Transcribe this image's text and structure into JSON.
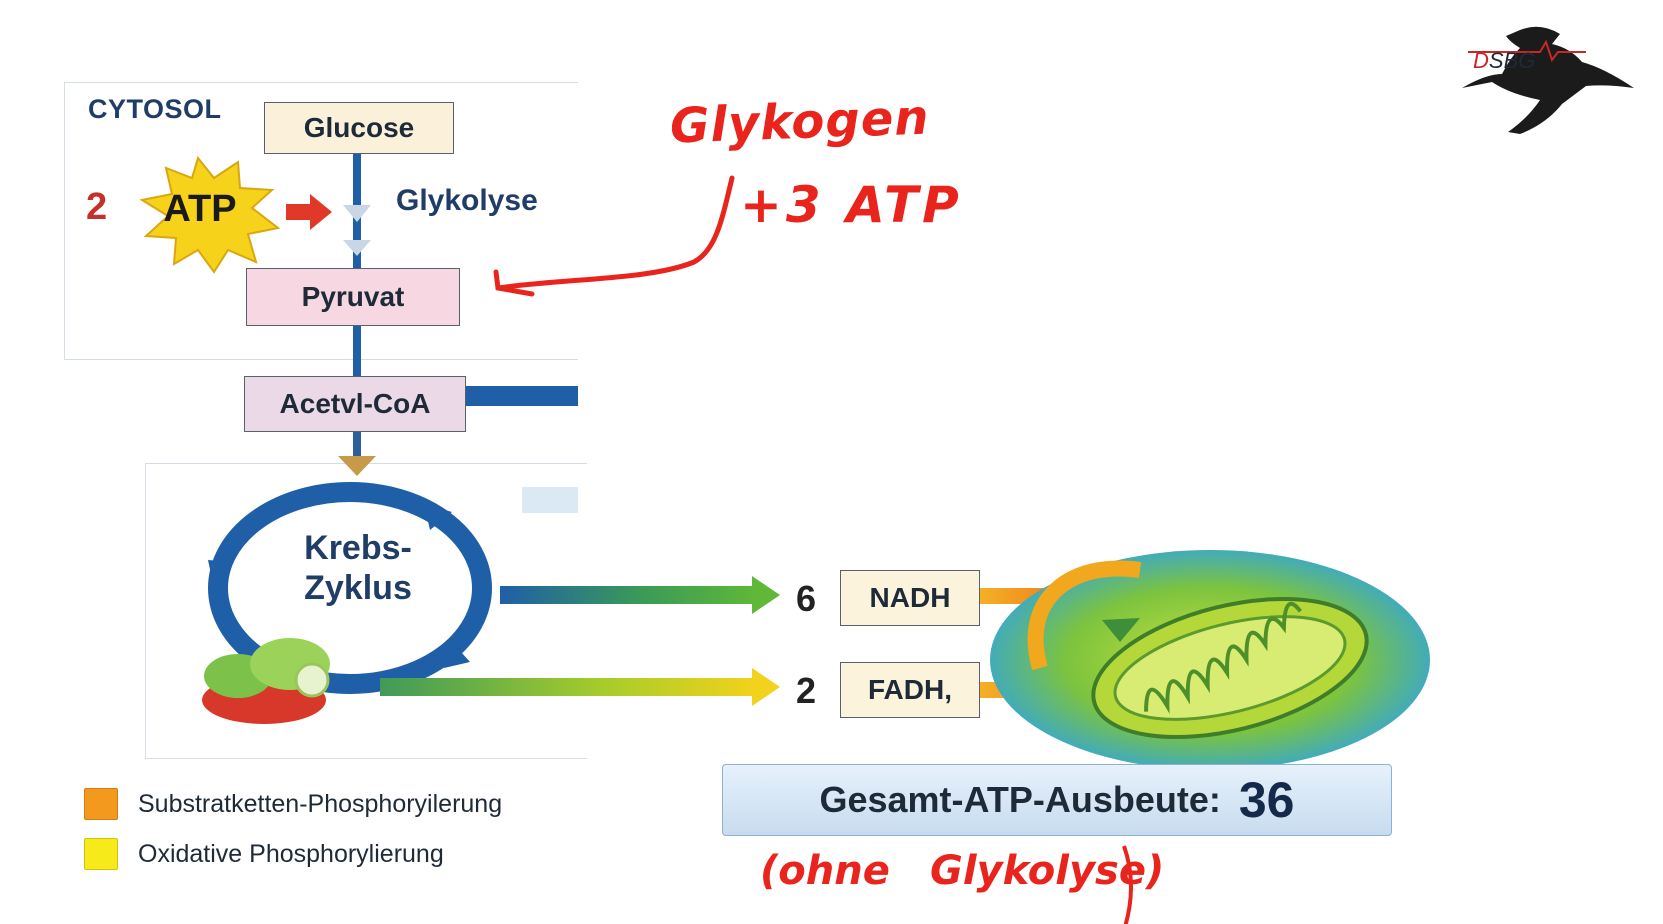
{
  "cytosol": {
    "label": "CYTOSOL"
  },
  "pathway": {
    "glucose": "Glucose",
    "glycolysis_label": "Glykolyse",
    "pyruvate": "Pyruvat",
    "acetyl_coa": "Acetvl-CoA",
    "krebs_label_line1": "Krebs-",
    "krebs_label_line2": "Zyklus"
  },
  "atp_input": {
    "count": "2",
    "label": "ATP"
  },
  "products": {
    "nadh": {
      "count": "6",
      "label": "NADH"
    },
    "fadh": {
      "count": "2",
      "label": "FADH,"
    }
  },
  "total": {
    "prefix": "Gesamt-",
    "label": "ATP-Ausbeute:",
    "value": "36"
  },
  "legend": {
    "items": [
      {
        "label": "Substratketten-Phosphoryilerung",
        "color": "#f39a1e"
      },
      {
        "label": "Oxidative Phosphorylierung",
        "color": "#f6ea1a"
      }
    ]
  },
  "logo": {
    "text_d": "D",
    "text_rest": "SBG"
  },
  "annotations": {
    "glycogen": "Glykogen",
    "plus_atp": "+3 ATP",
    "ohne": "(ohne",
    "glykolyse": "Glykolyse)"
  },
  "colors": {
    "pathway_blue": "#1f5fa8",
    "annotation_red": "#e8241c",
    "substrate_orange": "#f39a1e",
    "oxidative_yellow": "#f6ea1a"
  }
}
